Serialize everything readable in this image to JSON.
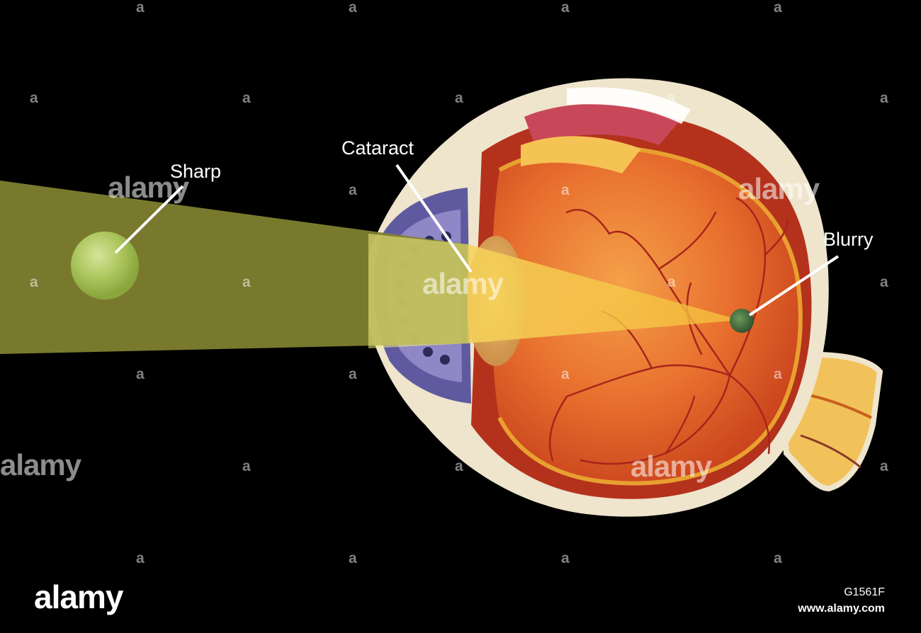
{
  "labels": {
    "sharp": "Sharp",
    "cataract": "Cataract",
    "blurry": "Blurry"
  },
  "watermark": {
    "logo_text": "alamy",
    "tile_text": "a"
  },
  "footer": {
    "logo": "alamy",
    "image_id": "G1561F",
    "url": "www.alamy.com"
  },
  "colors": {
    "background": "#000000",
    "light_beam": "#7f7f30",
    "focused_beam": "#f0b93a",
    "vitreous": "#e8642a",
    "sclera": "#efe4cc",
    "iris": "#6a5a9a",
    "retina_vessels": "#a8241c",
    "object_sphere": "#a9c45a",
    "blurry_spot": "#3f6b3a"
  }
}
